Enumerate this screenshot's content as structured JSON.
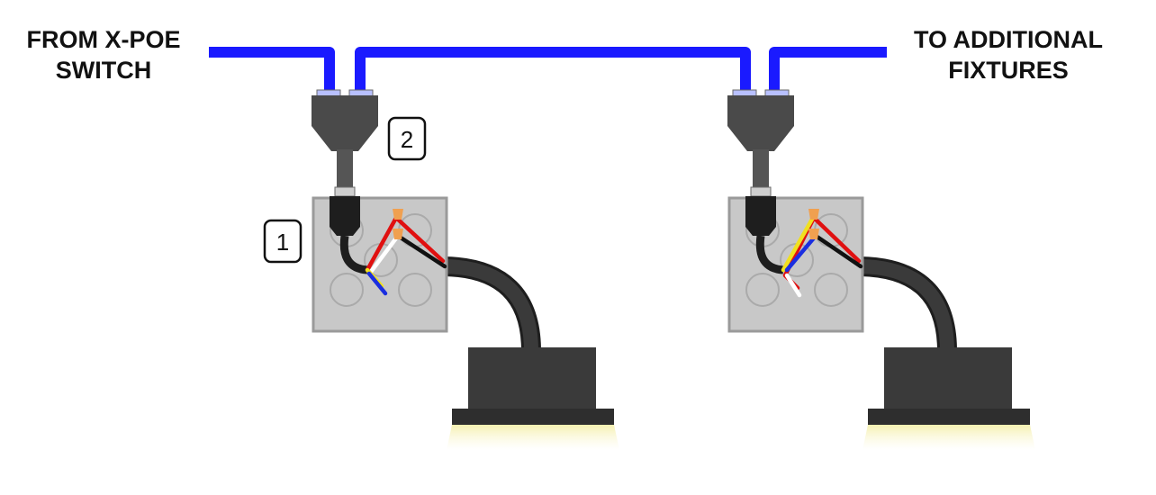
{
  "labels": {
    "from": [
      "FROM X-POE",
      "SWITCH"
    ],
    "to": [
      "TO ADDITIONAL",
      "FIXTURES"
    ]
  },
  "callouts": {
    "one": "1",
    "two": "2"
  },
  "colors": {
    "ethernet_cable": "#1a1aff",
    "splitter_body": "#4a4a4a",
    "junction_box": "#c8c8c8",
    "fixture_body": "#3a3a3a",
    "light_glow": "#f5f0b0",
    "wire_red": "#e01010",
    "wire_black": "#111111",
    "wire_white": "#ffffff",
    "wire_yellow": "#f0e020",
    "wire_blue": "#1a2ee0",
    "wire_nut": "#f0a050"
  }
}
